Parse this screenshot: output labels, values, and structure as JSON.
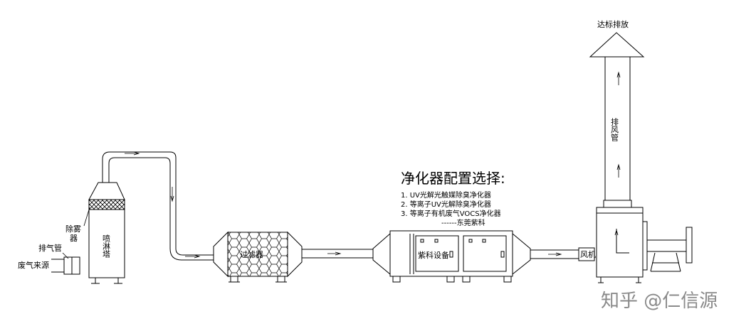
{
  "labels": {
    "exhaust_source": "废气来源",
    "exhaust_pipe": "排气管",
    "demister": "除雾器",
    "spray_tower": "喷淋塔",
    "filter": "过滤器",
    "equipment": "紫科设备",
    "fan": "风机",
    "exhaust_duct": "排风管",
    "discharge": "达标排放"
  },
  "config": {
    "title": "净化器配置选择:",
    "options": [
      "1. UV光解光触媒除臭净化器",
      "2. 等离子UV光解除臭净化器",
      "3. 等离子有机废气VOCS净化器"
    ],
    "signature": "------东莞紫科"
  },
  "watermark": "知乎 @仁信源"
}
